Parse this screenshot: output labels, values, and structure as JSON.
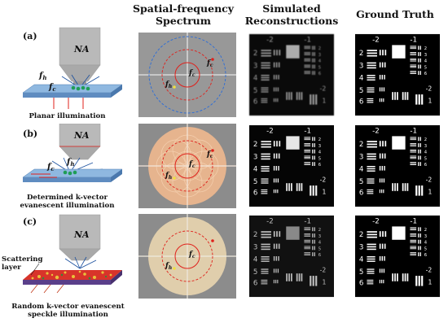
{
  "headers": {
    "col2_line1": "Spatial-frequency",
    "col2_line2": "Spectrum",
    "col3_line1": "Simulated",
    "col3_line2": "Reconstructions",
    "col4": "Ground Truth"
  },
  "rows": [
    {
      "label": "(a)",
      "objective": "NA",
      "fh": "f",
      "fh_sub": "h",
      "fc": "f",
      "fc_sub": "c",
      "caption_line1": "Planar illumination",
      "caption_line2": ""
    },
    {
      "label": "(b)",
      "objective": "NA",
      "fh": "f",
      "fh_sub": "h",
      "fc": "f",
      "fc_sub": "c",
      "caption_line1": "Determined k-vector",
      "caption_line2": "evanescent illumination"
    },
    {
      "label": "(c)",
      "objective": "NA",
      "fh": "",
      "fh_sub": "",
      "fc": "",
      "fc_sub": "",
      "caption_line1": "Random k-vector evanescent",
      "caption_line2": "speckle illumination",
      "side_label_line1": "Scattering",
      "side_label_line2": "layer"
    }
  ],
  "spectrum_labels": {
    "fc": "f",
    "fc_sub": "c",
    "fh": "f",
    "fh_sub": "h"
  },
  "target": {
    "group_top_left": "-2",
    "group_top_right": "-1",
    "left_numbers": [
      "2",
      "3",
      "4",
      "5",
      "6"
    ],
    "right_numbers": [
      "2",
      "3",
      "4",
      "5",
      "6"
    ],
    "bottom_right_label": "-2",
    "bottom_right_number": "1"
  },
  "colors": {
    "stage": "#8fb8e0",
    "stage_side": "#5f8cc0",
    "objective": "#b9b9b9",
    "red_circle": "#e0201b",
    "blue_circle": "#2a6cd9",
    "orange_fill": "#f0b88e",
    "speckle_red": "#d8342a",
    "speckle_yellow": "#e8c23a"
  }
}
